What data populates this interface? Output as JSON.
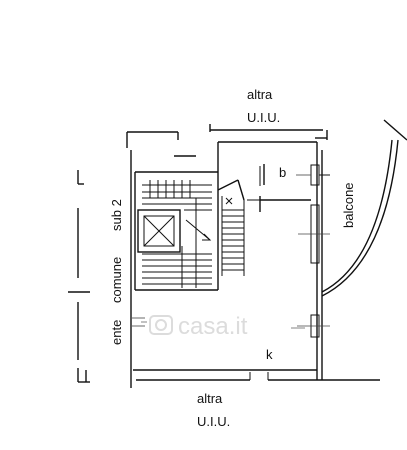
{
  "labels": {
    "top_line1": "altra",
    "top_line2": "U.I.U.",
    "bottom_line1": "altra",
    "bottom_line2": "U.I.U.",
    "room_b": "b",
    "room_k": "k",
    "balcone": "balcone",
    "left_ente": "ente",
    "left_comune": "comune",
    "left_sub": "sub 2"
  },
  "watermark": {
    "text": "casa.it",
    "icon": "camera-icon"
  },
  "colors": {
    "line": "#111111",
    "watermark": "#dcdcdc",
    "background": "#ffffff"
  }
}
